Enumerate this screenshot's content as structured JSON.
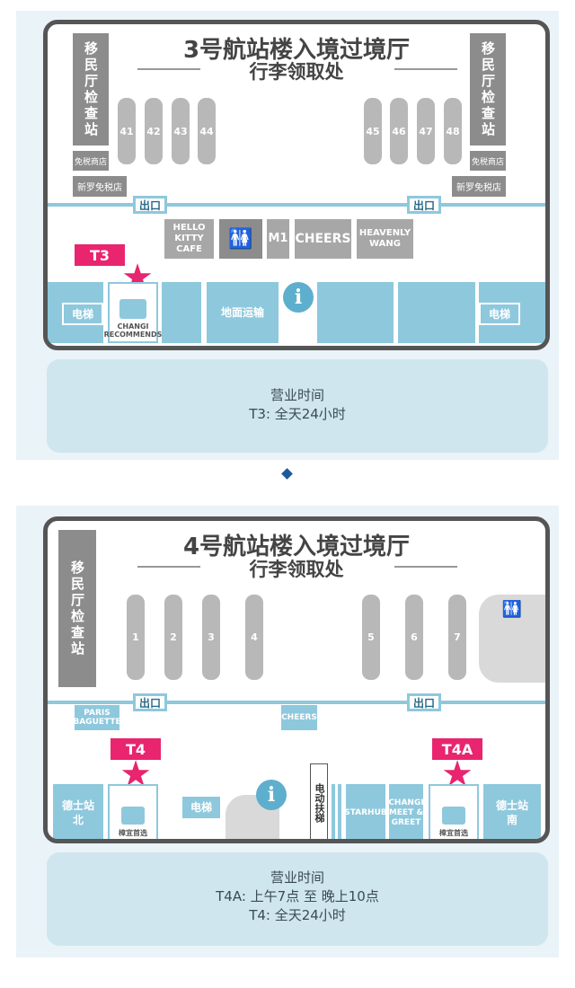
{
  "t3": {
    "title": "3号航站楼入境过境厅",
    "subtitle": "行李领取处",
    "immigration": "移民厅检查站",
    "duty_free_small": "免税商店",
    "duty_free": "新罗免税店",
    "belts_left": [
      "41",
      "42",
      "43",
      "44"
    ],
    "belts_right": [
      "45",
      "46",
      "47",
      "48"
    ],
    "exit": "出口",
    "shops": [
      "HELLO KITTY CAFE",
      "M1",
      "CHEERS",
      "HEAVENLY WANG"
    ],
    "tag": "T3",
    "elevator": "电梯",
    "ground_transport": "地面运输",
    "recommend": "CHANGI RECOMMENDS",
    "hours_title": "营业时间",
    "hours_lines": [
      "T3:  全天24小时"
    ]
  },
  "t4": {
    "title": "4号航站楼入境过境厅",
    "subtitle": "行李领取处",
    "immigration": "移民厅检查站",
    "belts": [
      "1",
      "2",
      "3",
      "4",
      "5",
      "6",
      "7"
    ],
    "exit": "出口",
    "paris": "PARIS BAGUETTE",
    "cheers": "CHEERS",
    "tag_left": "T4",
    "tag_right": "T4A",
    "taxi_north": "德士站北",
    "taxi_south": "德士站南",
    "recommend": "樟宜首选",
    "elevator": "电梯",
    "escalator": "电动扶梯",
    "starhub": "STARHUB",
    "meet_greet": "CHANGI MEET & GREET",
    "hours_title": "营业时间",
    "hours_lines": [
      "T4A: 上午7点 至 晚上10点",
      "T4:   全天24小时"
    ]
  },
  "icons": [
    "star-icon",
    "info-icon",
    "restroom-icon",
    "gift-box-icon",
    "diamond-separator-icon"
  ],
  "colors": {
    "accent": "#e8256e",
    "blue": "#8ec8dd",
    "info": "#5eafcd",
    "gray": "#8c8c8c",
    "frame": "#555555",
    "diamond": "#1d5a9c"
  }
}
